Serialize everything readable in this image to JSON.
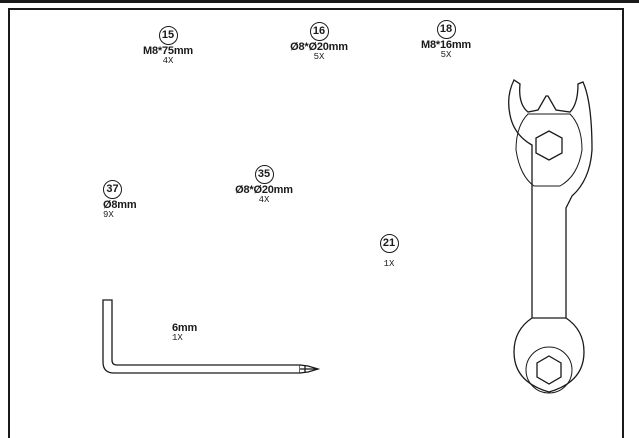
{
  "parts": [
    {
      "id": "p15",
      "number": "15",
      "spec": "M8*75mm",
      "qty": "4X"
    },
    {
      "id": "p16",
      "number": "16",
      "spec": "Ø8*Ø20mm",
      "qty": "5X"
    },
    {
      "id": "p18",
      "number": "18",
      "spec": "M8*16mm",
      "qty": "5X"
    },
    {
      "id": "p37",
      "number": "37",
      "spec": "Ø8mm",
      "qty": "9X"
    },
    {
      "id": "p35",
      "number": "35",
      "spec": "Ø8*Ø20mm",
      "qty": "4X"
    },
    {
      "id": "p21",
      "number": "21",
      "spec": "",
      "qty": "1X"
    }
  ],
  "allen_key": {
    "spec": "6mm",
    "qty": "1X",
    "icon": "allen-key-icon"
  },
  "wrench": {
    "icon": "wrench-icon"
  }
}
